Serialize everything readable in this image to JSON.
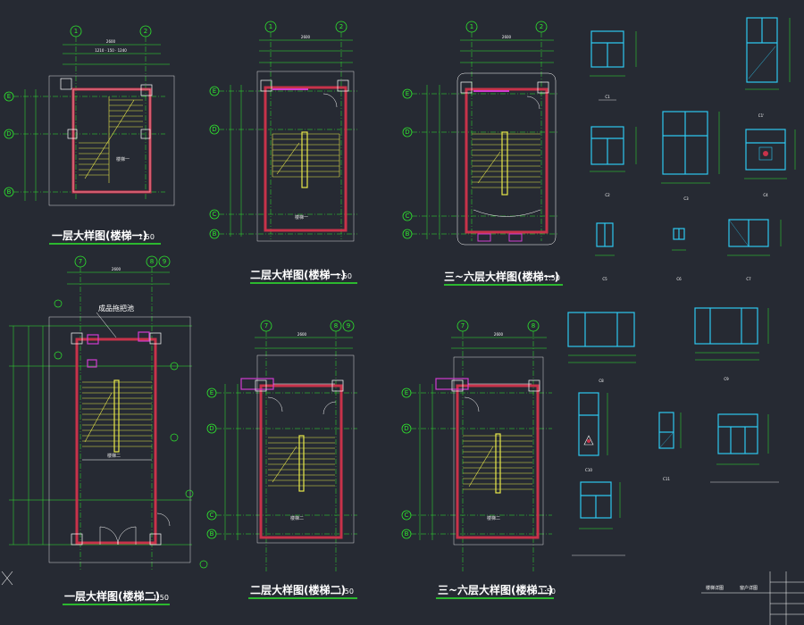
{
  "colors": {
    "background": "#262a33",
    "wall": "#c8324a",
    "grid": "#2ee82e",
    "stairs": "#e8e84a",
    "window_frame": "#2ec8f0",
    "accent": "#d03cd0",
    "text": "#ffffff"
  },
  "plans": [
    {
      "id": "plan-1-1",
      "title": "一层大样图(楼梯一)",
      "scale": "1:50"
    },
    {
      "id": "plan-1-2",
      "title": "二层大样图(楼梯一)",
      "scale": "1:50"
    },
    {
      "id": "plan-1-3",
      "title": "三~六层大样图(楼梯一)",
      "scale": "1:50"
    },
    {
      "id": "plan-2-1",
      "title": "一层大样图(楼梯二)",
      "scale": "1:50"
    },
    {
      "id": "plan-2-2",
      "title": "二层大样图(楼梯二)",
      "scale": "1:50"
    },
    {
      "id": "plan-2-3",
      "title": "三~六层大样图(楼梯二)",
      "scale": "1:50"
    }
  ],
  "axis_labels": {
    "top_1": [
      "1",
      "2"
    ],
    "top_2": [
      "7",
      "8",
      "9"
    ],
    "left": [
      "E",
      "D",
      "C",
      "B"
    ]
  },
  "annotation_note": "成品拖把池",
  "window_tags": [
    "C1",
    "C1'",
    "C2",
    "C3",
    "C4",
    "C5",
    "C6",
    "C7",
    "C8",
    "C9",
    "C10",
    "C11"
  ],
  "title_block": {
    "left_label": "楼梯详图",
    "right_label": "窗户详图"
  }
}
